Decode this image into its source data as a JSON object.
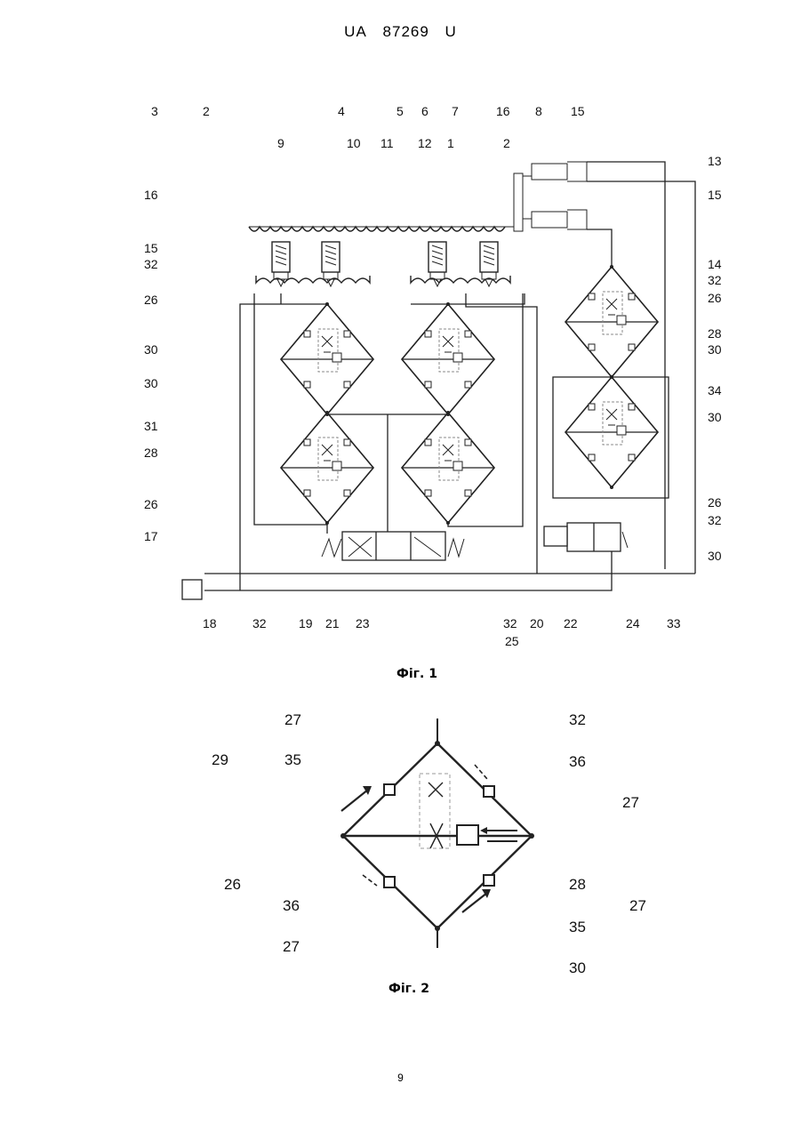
{
  "header": {
    "doc_code": "UA",
    "doc_number": "87269",
    "doc_kind": "U"
  },
  "fig1": {
    "caption": "Фіг. 1",
    "labels": [
      {
        "id": "3a",
        "text": "3"
      },
      {
        "id": "2a",
        "text": "2"
      },
      {
        "id": "4a",
        "text": "4"
      },
      {
        "id": "5a",
        "text": "5"
      },
      {
        "id": "6a",
        "text": "6"
      },
      {
        "id": "7a",
        "text": "7"
      },
      {
        "id": "16a",
        "text": "16"
      },
      {
        "id": "8a",
        "text": "8"
      },
      {
        "id": "15a",
        "text": "15"
      },
      {
        "id": "9a",
        "text": "9"
      },
      {
        "id": "10a",
        "text": "10"
      },
      {
        "id": "11a",
        "text": "11"
      },
      {
        "id": "12a",
        "text": "12"
      },
      {
        "id": "1a",
        "text": "1"
      },
      {
        "id": "2b",
        "text": "2"
      },
      {
        "id": "13a",
        "text": "13"
      },
      {
        "id": "16b",
        "text": "16"
      },
      {
        "id": "15b",
        "text": "15"
      },
      {
        "id": "15c",
        "text": "15"
      },
      {
        "id": "14a",
        "text": "14"
      },
      {
        "id": "32a",
        "text": "32"
      },
      {
        "id": "32b",
        "text": "32"
      },
      {
        "id": "26a",
        "text": "26"
      },
      {
        "id": "26b",
        "text": "26"
      },
      {
        "id": "28a",
        "text": "28"
      },
      {
        "id": "30a",
        "text": "30"
      },
      {
        "id": "30b",
        "text": "30"
      },
      {
        "id": "30c",
        "text": "30"
      },
      {
        "id": "34a",
        "text": "34"
      },
      {
        "id": "30d",
        "text": "30"
      },
      {
        "id": "31a",
        "text": "31"
      },
      {
        "id": "28b",
        "text": "28"
      },
      {
        "id": "26c",
        "text": "26"
      },
      {
        "id": "26d",
        "text": "26"
      },
      {
        "id": "32c",
        "text": "32"
      },
      {
        "id": "17a",
        "text": "17"
      },
      {
        "id": "30e",
        "text": "30"
      },
      {
        "id": "18a",
        "text": "18"
      },
      {
        "id": "32d",
        "text": "32"
      },
      {
        "id": "19a",
        "text": "19"
      },
      {
        "id": "21a",
        "text": "21"
      },
      {
        "id": "23a",
        "text": "23"
      },
      {
        "id": "32e",
        "text": "32"
      },
      {
        "id": "20a",
        "text": "20"
      },
      {
        "id": "22a",
        "text": "22"
      },
      {
        "id": "24a",
        "text": "24"
      },
      {
        "id": "33a",
        "text": "33"
      },
      {
        "id": "25a",
        "text": "25"
      }
    ]
  },
  "fig2": {
    "caption": "Фіг. 2",
    "labels": [
      {
        "id": "27a",
        "text": "27"
      },
      {
        "id": "32a",
        "text": "32"
      },
      {
        "id": "29a",
        "text": "29"
      },
      {
        "id": "35a",
        "text": "35"
      },
      {
        "id": "36a",
        "text": "36"
      },
      {
        "id": "27b",
        "text": "27"
      },
      {
        "id": "26a",
        "text": "26"
      },
      {
        "id": "28a",
        "text": "28"
      },
      {
        "id": "36b",
        "text": "36"
      },
      {
        "id": "27c",
        "text": "27"
      },
      {
        "id": "27d",
        "text": "27"
      },
      {
        "id": "35b",
        "text": "35"
      },
      {
        "id": "30a",
        "text": "30"
      }
    ]
  },
  "page_number": "9"
}
